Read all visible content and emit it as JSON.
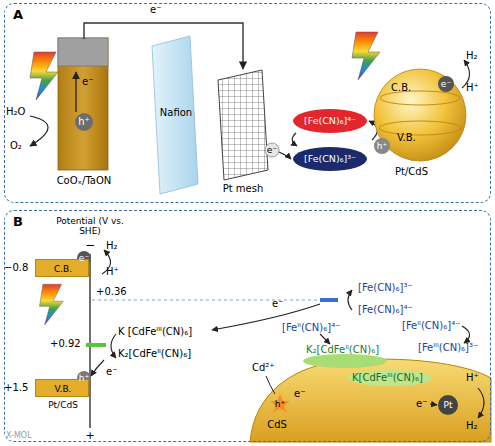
{
  "diagram": {
    "nodes": [
      {
        "text": [
          "A"
        ]
      },
      {
        "text": [
          "CoOₓ/TaON"
        ],
        "in": 0
      },
      {
        "text": [
          "Nafion"
        ],
        "in": 0
      },
      {
        "text": [
          "Pt mesh"
        ],
        "in": 0
      },
      {
        "text": [
          "[Fe(CN)₆]⁴⁻"
        ],
        "in": 0
      },
      {
        "text": [
          "[Fe(CN)₆]³⁻"
        ],
        "in": 0
      },
      {
        "text": [
          "C.B.",
          "V.B.",
          "Pt/CdS"
        ],
        "in": 0
      },
      {
        "text": [
          "B"
        ]
      },
      {
        "text": [
          "C.B."
        ],
        "in": 7
      },
      {
        "text": [
          "V.B.",
          "Pt/CdS"
        ],
        "in": 7
      },
      {
        "text": [
          "CdS"
        ],
        "in": 7
      }
    ],
    "edges": [
      {
        "from": 1,
        "to": 3,
        "arrow": "to"
      }
    ],
    "labels": [
      "e⁻",
      "e⁻",
      "h⁺",
      "H₂O",
      "O₂",
      "e⁻",
      "h⁺",
      "e⁻",
      "H₂",
      "H⁺",
      "Potential (V vs. SHE)",
      "−",
      "−0.8",
      "+0.36",
      "+0.92",
      "+1.5",
      "+",
      "e⁻",
      "H₂",
      "H⁺",
      "h⁺",
      "[Fe(CN)₆]³⁻",
      "[Fe(CN)₆]⁴⁻",
      "e⁻",
      "K [CdFeᴵᴵᴵ(CN)₆]",
      "K₂[CdFeᴵᴵ(CN)₆]",
      "e⁻",
      "[Feᴵᴵ(CN)₆]⁴⁻",
      "[Feᴵᴵ(CN)₆]⁴⁻",
      "[Feᴵᴵᴵ(CN)₆]³⁻",
      "K₂[CdFeᴵᴵ(CN)₆]",
      "K[CdFeᴵᴵᴵ(CN)₆]",
      "Cd²⁺",
      "h⁺",
      "e⁻",
      "e⁻",
      "Pt",
      "H⁺",
      "H₂",
      "X-MOL"
    ]
  }
}
